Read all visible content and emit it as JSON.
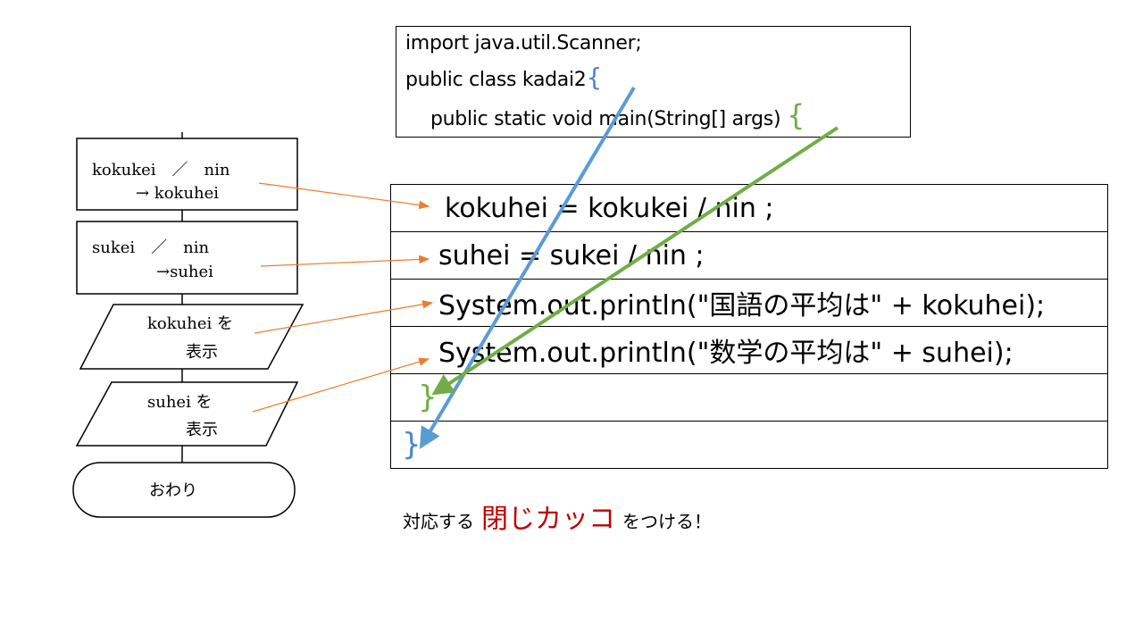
{
  "code_header": {
    "line1": "import java.util.Scanner;",
    "line2": "public class  kadai2",
    "line2_brace": "{",
    "line3": "public static void main(String[] args) ",
    "line3_brace": "{"
  },
  "code_rows": [
    " kokuhei = kokukei / nin ;",
    "suhei = sukei / nin ;",
    "System.out.println(\"国語の平均は\" + kokuhei);",
    "System.out.println(\"数学の平均は\" + suhei);",
    "}",
    "}"
  ],
  "flowchart": {
    "step1_line1": "kokukei　／　nin",
    "step1_line2": "→ kokuhei",
    "step2_line1": "sukei　／　nin",
    "step2_line2": "→suhei",
    "step3_line1": "kokuhei を",
    "step3_line2": "表示",
    "step4_line1": "suhei を",
    "step4_line2": "表示",
    "end": "おわり"
  },
  "caption": {
    "prefix": "対応する",
    "highlight": "閉じカッコ",
    "suffix": "をつける！"
  },
  "colors": {
    "blue_brace": "#4a86c8",
    "green_brace": "#70ad47",
    "orange_arrow": "#ed7d31",
    "caption_highlight": "#c00000"
  }
}
